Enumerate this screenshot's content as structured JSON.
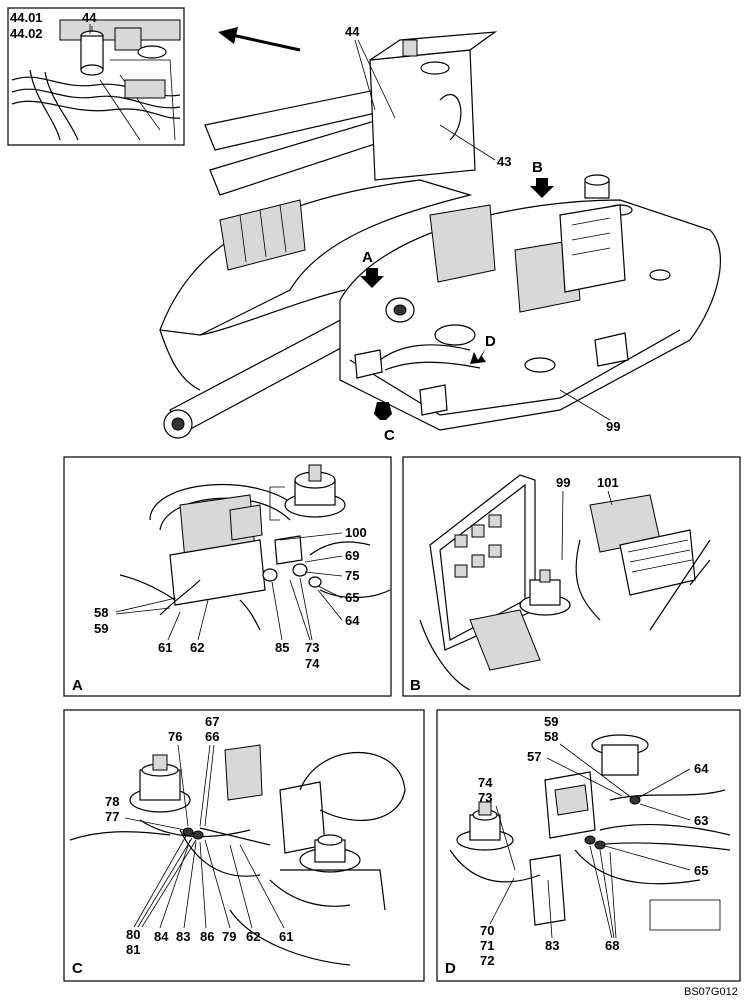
{
  "main": {
    "labels": {
      "l44_01": "44.01",
      "l44_02": "44.02",
      "l44_inset": "44",
      "l44_top": "44",
      "l43": "43",
      "lB": "B",
      "lA": "A",
      "lD": "D",
      "lC": "C",
      "l99": "99"
    }
  },
  "panel_a": {
    "letter": "A",
    "labels": [
      "100",
      "69",
      "75",
      "65",
      "64",
      "58",
      "59",
      "61",
      "62",
      "85",
      "73",
      "74"
    ]
  },
  "panel_b": {
    "letter": "B",
    "labels": [
      "99",
      "101"
    ]
  },
  "panel_c": {
    "letter": "C",
    "labels": [
      "67",
      "66",
      "76",
      "78",
      "77",
      "80",
      "81",
      "84",
      "83",
      "86",
      "79",
      "62",
      "61"
    ]
  },
  "panel_d": {
    "letter": "D",
    "labels": [
      "59",
      "58",
      "57",
      "74",
      "73",
      "64",
      "63",
      "65",
      "70",
      "71",
      "72",
      "83",
      "68"
    ]
  },
  "footer": {
    "code": "BS07G012"
  }
}
